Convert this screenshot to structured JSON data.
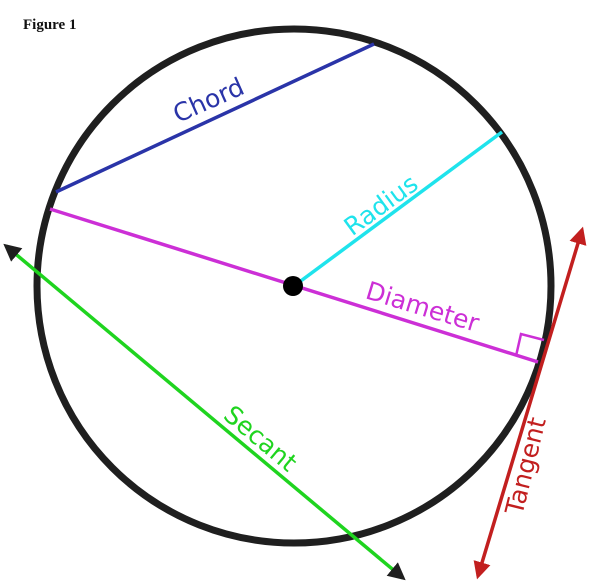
{
  "figure_label": "Figure 1",
  "labels": {
    "chord": "Chord",
    "radius": "Radius",
    "diameter": "Diameter",
    "secant": "Secant",
    "tangent": "Tangent"
  },
  "colors": {
    "circle": "#1f1f1f",
    "chord": "#2a34a8",
    "radius": "#1fe3ec",
    "diameter": "#cc2fd6",
    "secant": "#1fd41f",
    "tangent": "#c21f1f",
    "center": "#000000"
  }
}
